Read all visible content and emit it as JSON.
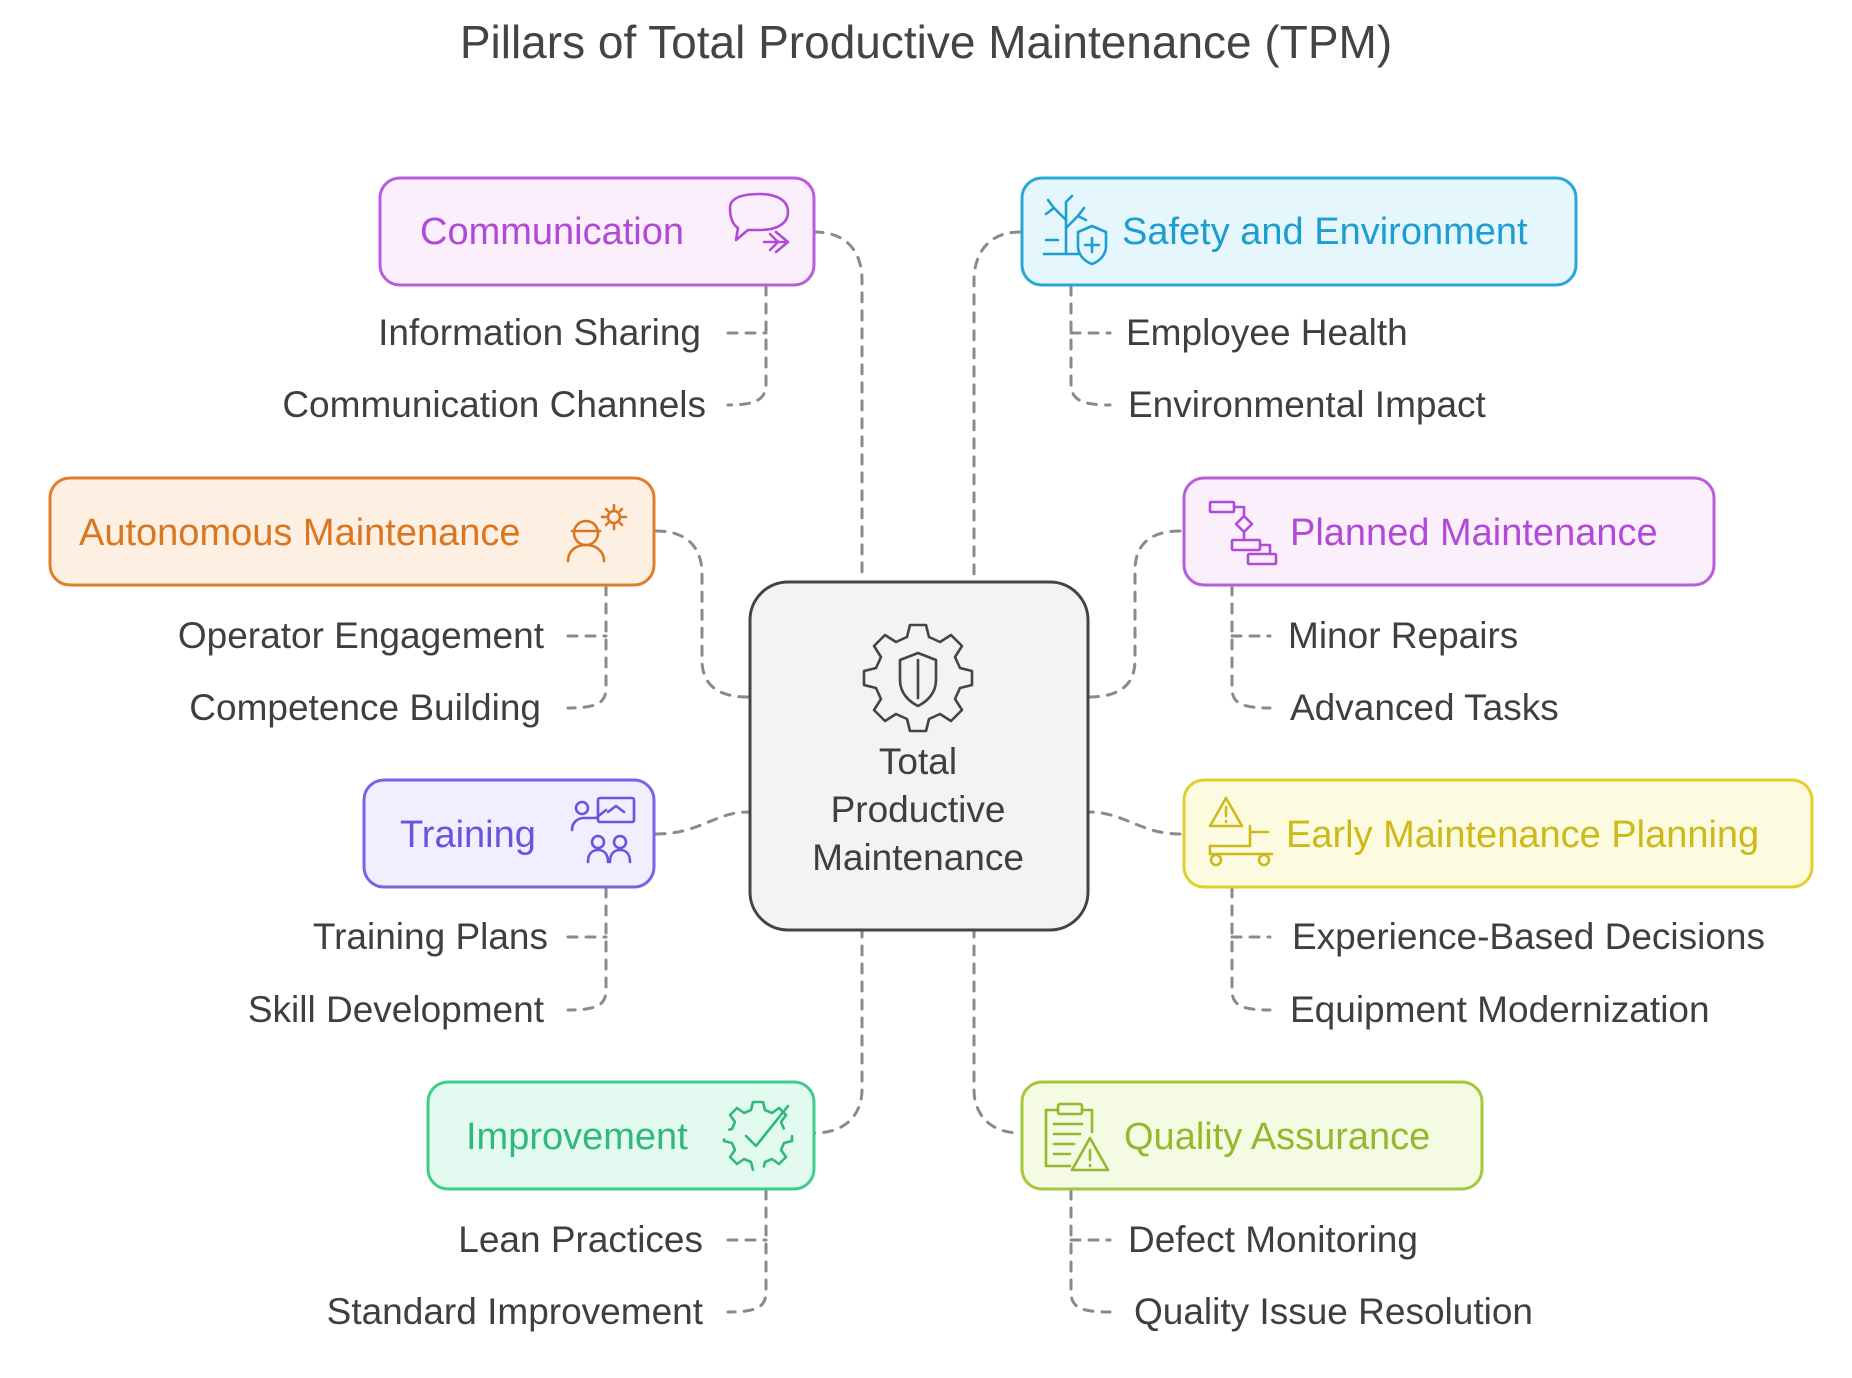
{
  "title": "Pillars of Total Productive Maintenance (TPM)",
  "center": {
    "lines": [
      "Total",
      "Productive",
      "Maintenance"
    ],
    "icon": "gear-shield-icon",
    "colors": {
      "fill": "#f3f3f3",
      "stroke": "#444444"
    }
  },
  "pillars": {
    "communication": {
      "label": "Communication",
      "icon": "speech-bubbles-icon",
      "colors": {
        "fill": "#fbeffc",
        "stroke": "#b95ddb",
        "text": "#b14ad6"
      },
      "items": [
        "Information Sharing",
        "Communication Channels"
      ]
    },
    "autonomous": {
      "label": "Autonomous Maintenance",
      "icon": "operator-gear-icon",
      "colors": {
        "fill": "#fdf0e2",
        "stroke": "#e07e2c",
        "text": "#d9761f"
      },
      "items": [
        "Operator Engagement",
        "Competence Building"
      ]
    },
    "training": {
      "label": "Training",
      "icon": "classroom-icon",
      "colors": {
        "fill": "#f0efff",
        "stroke": "#7b62e6",
        "text": "#6a53dd"
      },
      "items": [
        "Training Plans",
        "Skill Development"
      ]
    },
    "improvement": {
      "label": "Improvement",
      "icon": "gear-check-icon",
      "colors": {
        "fill": "#e3faf0",
        "stroke": "#3fcc8d",
        "text": "#2fb97a"
      },
      "items": [
        "Lean Practices",
        "Standard Improvement"
      ]
    },
    "safety": {
      "label": "Safety and Environment",
      "icon": "tree-shield-icon",
      "colors": {
        "fill": "#e5f7fd",
        "stroke": "#29a8d8",
        "text": "#1c9ed0"
      },
      "items": [
        "Employee Health",
        "Environmental Impact"
      ]
    },
    "planned": {
      "label": "Planned Maintenance",
      "icon": "schedule-steps-icon",
      "colors": {
        "fill": "#fbeffc",
        "stroke": "#b95ddb",
        "text": "#b14ad6"
      },
      "items": [
        "Minor Repairs",
        "Advanced Tasks"
      ]
    },
    "early": {
      "label": "Early Maintenance Planning",
      "icon": "warning-cart-icon",
      "colors": {
        "fill": "#fdfbdf",
        "stroke": "#e2cf2c",
        "text": "#cdb91a"
      },
      "items": [
        "Experience-Based Decisions",
        "Equipment Modernization"
      ]
    },
    "quality": {
      "label": "Quality Assurance",
      "icon": "clipboard-warning-icon",
      "colors": {
        "fill": "#f5fbe3",
        "stroke": "#a3c83d",
        "text": "#94b92e"
      },
      "items": [
        "Defect Monitoring",
        "Quality Issue Resolution"
      ]
    }
  }
}
